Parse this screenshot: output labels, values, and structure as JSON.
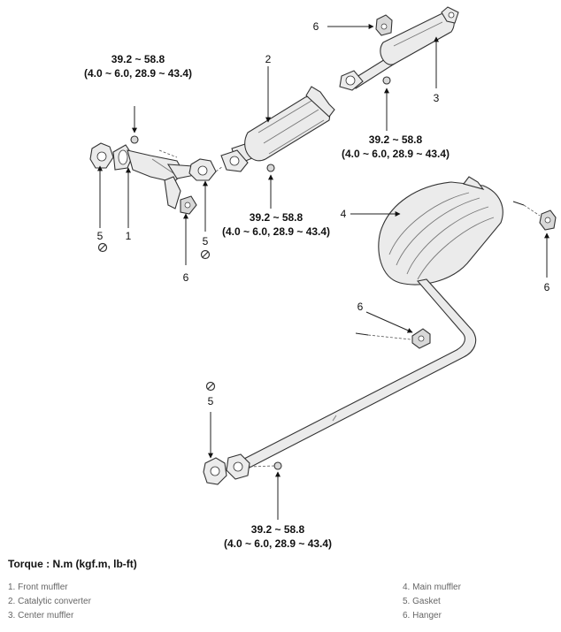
{
  "diagram": {
    "torque_value": "39.2 ~ 58.8",
    "torque_paren": "(4.0 ~ 6.0, 28.9 ~ 43.4)",
    "callout_1": "1",
    "callout_2": "2",
    "callout_3": "3",
    "callout_4": "4",
    "callout_5": "5",
    "callout_6": "6"
  },
  "torque_heading": "Torque : N.m (kgf.m, lb-ft)",
  "legend": {
    "left": [
      "1. Front muffler",
      "2. Catalytic converter",
      "3. Center muffler"
    ],
    "right": [
      "4. Main muffler",
      "5. Gasket",
      "6. Hanger"
    ]
  }
}
